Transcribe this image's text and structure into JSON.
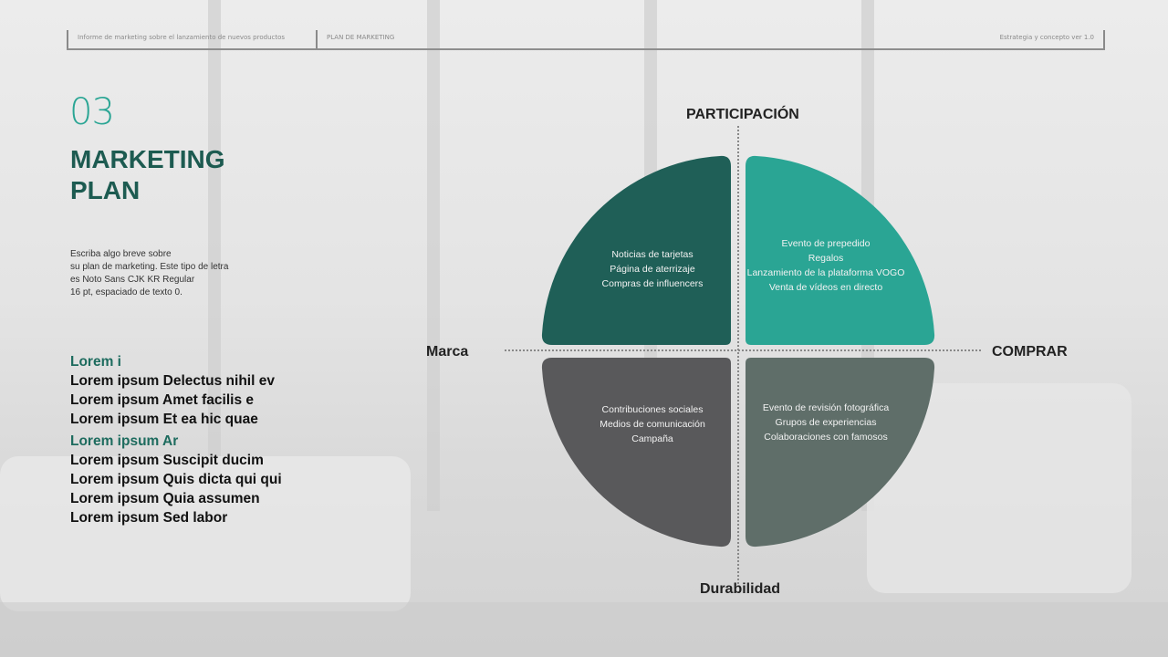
{
  "header": {
    "report_title": "Informe de marketing sobre el lanzamiento de nuevos productos",
    "section": "PLAN DE MARKETING",
    "version": "Estrategia y concepto ver 1.0"
  },
  "section_number": "03",
  "title_line1": "MARKETING",
  "title_line2": "PLAN",
  "description": [
    "Escriba algo breve sobre",
    "su plan de marketing. Este tipo de letra",
    "es Noto Sans CJK KR Regular",
    "16 pt, espaciado de texto 0."
  ],
  "list": [
    {
      "heading": "Lorem i",
      "items": [
        "Lorem ipsum Delectus nihil ev",
        "Lorem ipsum Amet facilis e",
        "Lorem ipsum Et ea hic quae"
      ]
    },
    {
      "heading": "Lorem ipsum Ar",
      "items": [
        "Lorem ipsum Suscipit ducim",
        "Lorem ipsum Quis dicta qui qui",
        "Lorem ipsum Quia assumen",
        "Lorem ipsum Sed labor"
      ]
    }
  ],
  "diagram": {
    "axis_top": "PARTICIPACIÓN",
    "axis_bottom": "Durabilidad",
    "axis_left": "Marca",
    "axis_right": "COMPRAR",
    "quadrants": [
      {
        "color": "#1f5f57",
        "items": [
          "Noticias de tarjetas",
          "Página de aterrizaje",
          "Compras de influencers"
        ]
      },
      {
        "color": "#2aa594",
        "items": [
          "Evento de prepedido",
          "Regalos",
          "Lanzamiento de la plataforma VOGO",
          "Venta de vídeos en directo"
        ]
      },
      {
        "color": "#59595b",
        "items": [
          "Contribuciones sociales",
          "Medios de comunicación",
          "Campaña"
        ]
      },
      {
        "color": "#5f6e69",
        "items": [
          "Evento de revisión fotográfica",
          "Grupos de experiencias",
          "Colaboraciones con famosos"
        ]
      }
    ]
  }
}
